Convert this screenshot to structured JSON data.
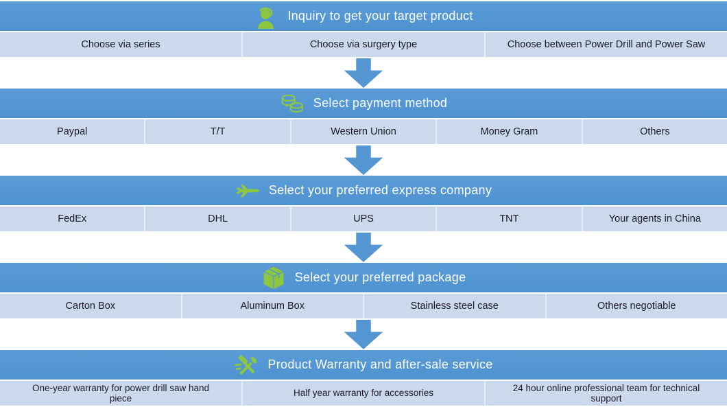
{
  "colors": {
    "header_blue": "#5496d2",
    "row_blue": "#ccd9ec",
    "icon_green": "#8dc63f",
    "arrow_blue": "#5496d2",
    "header_text": "#ffffff",
    "row_text": "#191925"
  },
  "sections": [
    {
      "icon": "support-agent-icon",
      "title": "Inquiry to get your target product",
      "options": [
        "Choose via series",
        "Choose via surgery type",
        "Choose between Power Drill and Power Saw"
      ]
    },
    {
      "icon": "coins-icon",
      "title": "Select payment method",
      "options": [
        "Paypal",
        "T/T",
        "Western Union",
        "Money Gram",
        "Others"
      ]
    },
    {
      "icon": "plane-icon",
      "title": "Select your preferred express company",
      "options": [
        "FedEx",
        "DHL",
        "UPS",
        "TNT",
        "Your agents in China"
      ]
    },
    {
      "icon": "package-icon",
      "title": "Select your preferred package",
      "options": [
        "Carton Box",
        "Aluminum Box",
        "Stainless steel case",
        "Others negotiable"
      ]
    },
    {
      "icon": "tools-icon",
      "title": "Product Warranty and after-sale service",
      "options": [
        "One-year warranty for power drill saw hand piece",
        "Half year warranty for accessories",
        "24 hour online professional team for technical support"
      ]
    }
  ]
}
